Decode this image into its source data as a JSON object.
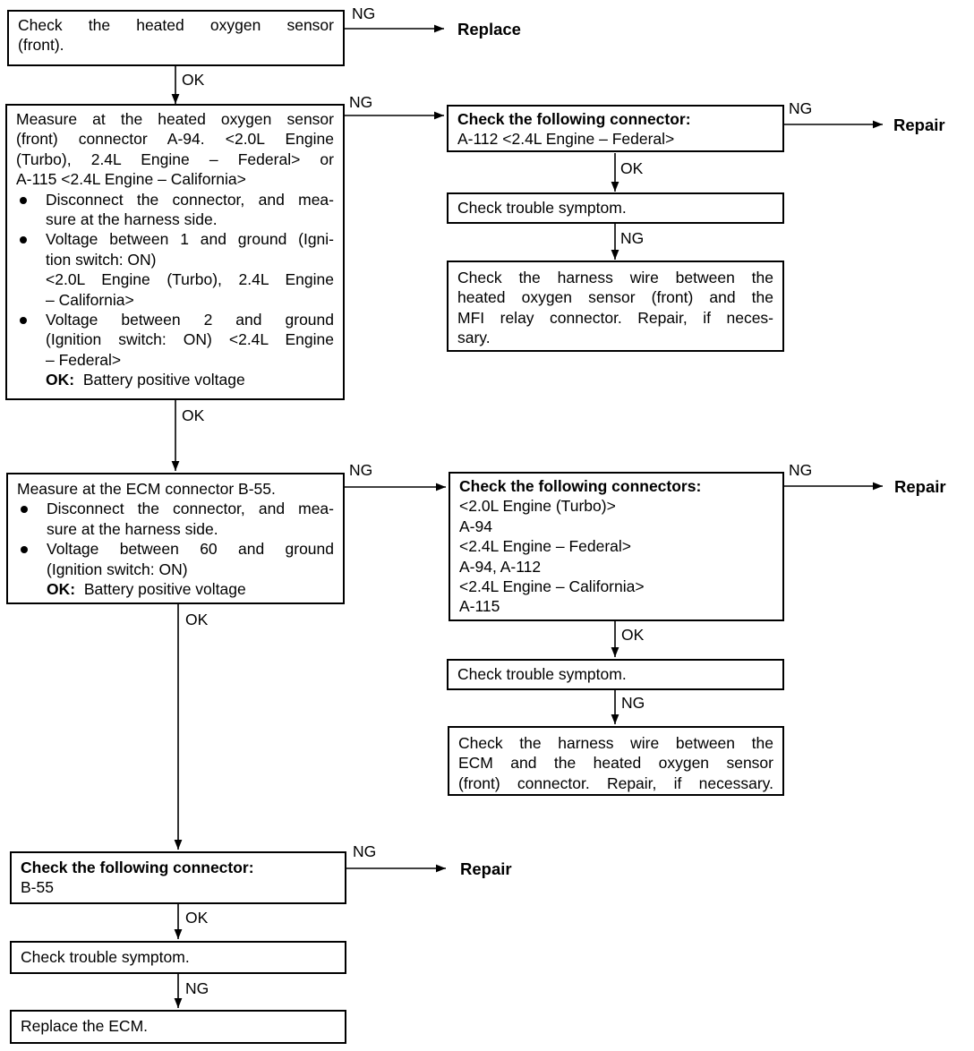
{
  "flow": {
    "ok": "OK",
    "ng": "NG",
    "box1": {
      "text": "Check the heated oxygen sensor",
      "text2": "(front)."
    },
    "replace": "Replace",
    "box2": {
      "l1": "Measure at the heated oxygen sensor",
      "l2": "(front) connector A-94. <2.0L Engine",
      "l3": "(Turbo), 2.4L Engine – Federal> or",
      "l4": "A-115 <2.4L Engine – California>",
      "b1a": "Disconnect the connector, and mea-",
      "b1b": "sure at the harness side.",
      "b2a": "Voltage between 1 and ground (Igni-",
      "b2b": "tion switch: ON)",
      "b2c": "<2.0L Engine (Turbo), 2.4L Engine",
      "b2d": "– California>",
      "b3a": "Voltage between 2 and ground",
      "b3b": "(Ignition switch: ON) <2.4L Engine",
      "b3c": "– Federal>",
      "ok_label": "OK:",
      "ok_value": "Battery positive voltage"
    },
    "box3": {
      "title": "Check the following connector:",
      "l2": "A-112 <2.4L Engine – Federal>"
    },
    "repair": "Repair",
    "box4": {
      "text": "Check trouble symptom."
    },
    "box5": {
      "l1": "Check the harness wire between the",
      "l2": "heated oxygen sensor (front) and the",
      "l3": "MFI relay connector. Repair, if neces-",
      "l4": "sary."
    },
    "box6": {
      "l1": "Measure at the ECM connector B-55.",
      "b1a": "Disconnect the connector, and mea-",
      "b1b": "sure at the harness side.",
      "b2a": "Voltage between 60 and ground",
      "b2b": "(Ignition switch: ON)",
      "ok_label": "OK:",
      "ok_value": "Battery positive voltage"
    },
    "box7": {
      "title": "Check the following connectors:",
      "l2": "<2.0L Engine (Turbo)>",
      "l3": "A-94",
      "l4": "<2.4L Engine – Federal>",
      "l5": "A-94, A-112",
      "l6": "<2.4L Engine – California>",
      "l7": "A-115"
    },
    "box8": {
      "text": "Check trouble symptom."
    },
    "box9": {
      "l1": "Check the harness wire between the",
      "l2": "ECM and the heated oxygen sensor",
      "l3": "(front) connector. Repair, if necessary."
    },
    "box10": {
      "title": "Check the following connector:",
      "l2": "B-55"
    },
    "box11": {
      "text": "Check trouble symptom."
    },
    "box12": {
      "text": "Replace the ECM."
    }
  }
}
